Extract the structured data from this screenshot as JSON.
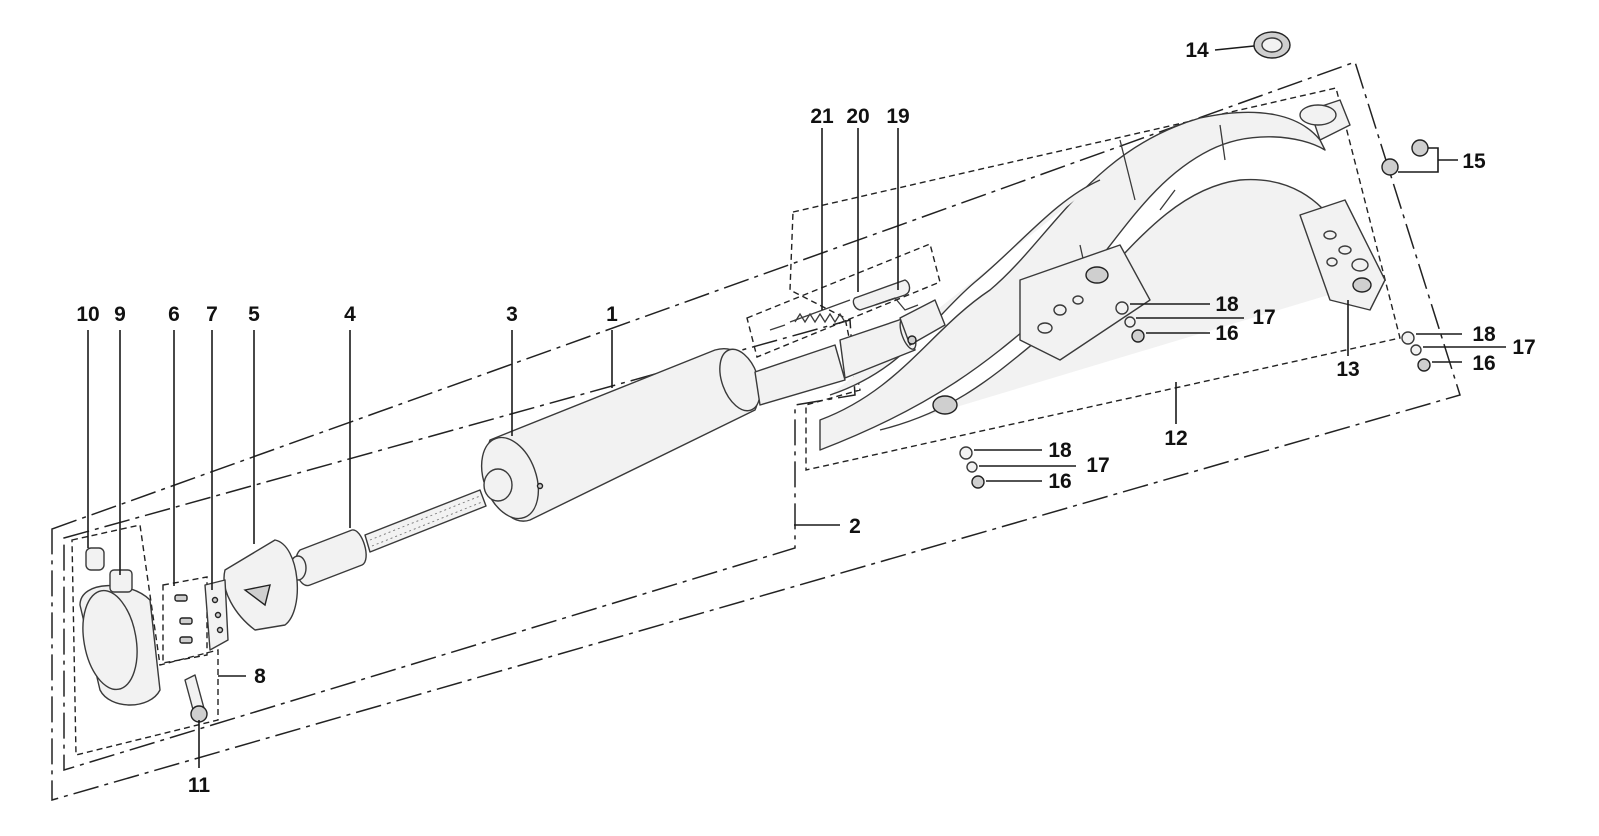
{
  "diagram": {
    "callouts": {
      "c1": "1",
      "c2": "2",
      "c3": "3",
      "c4": "4",
      "c5": "5",
      "c6": "6",
      "c7": "7",
      "c8": "8",
      "c9": "9",
      "c10": "10",
      "c11": "11",
      "c12": "12",
      "c13": "13",
      "c14": "14",
      "c15": "15",
      "c16a": "16",
      "c17a": "17",
      "c18a": "18",
      "c16b": "16",
      "c17b": "17",
      "c18b": "18",
      "c16c": "16",
      "c17c": "17",
      "c18c": "18",
      "c19": "19",
      "c20": "20",
      "c21": "21"
    }
  }
}
